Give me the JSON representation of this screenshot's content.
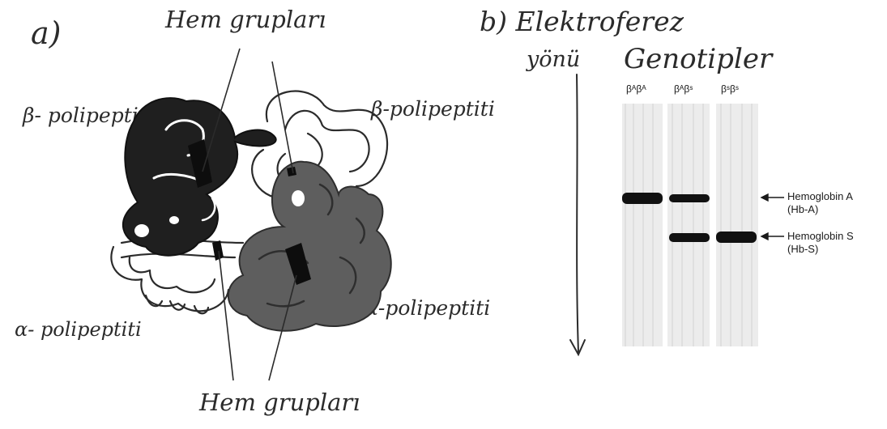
{
  "part_a": {
    "label": "a)",
    "hem_top": "Hem grupları",
    "hem_bottom": "Hem grupları",
    "beta_left": "β- polipeptiti",
    "beta_right": "β-polipeptiti",
    "alpha_left": "α- polipeptiti",
    "alpha_right": "α-polipeptiti"
  },
  "part_b": {
    "label": "b) Elektroferez",
    "direction": "yönü",
    "genotypes_title": "Genotipler",
    "lanes": [
      {
        "label": "βᴬβᴬ",
        "hb_a": true,
        "hb_s": false
      },
      {
        "label": "βᴬβˢ",
        "hb_a": true,
        "hb_s": true
      },
      {
        "label": "βˢβˢ",
        "hb_a": false,
        "hb_s": true
      }
    ],
    "band_hb_a": {
      "name": "Hemoglobin A",
      "abbr": "(Hb-A)"
    },
    "band_hb_s": {
      "name": "Hemoglobin S",
      "abbr": "(Hb-S)"
    }
  },
  "colors": {
    "ink": "#2b2b2b",
    "beta_dark": "#1f1f1f",
    "alpha_gray": "#5e5e5e",
    "outline_chain": "#ffffff",
    "gel_bg": "#ececec",
    "band": "#111111"
  }
}
